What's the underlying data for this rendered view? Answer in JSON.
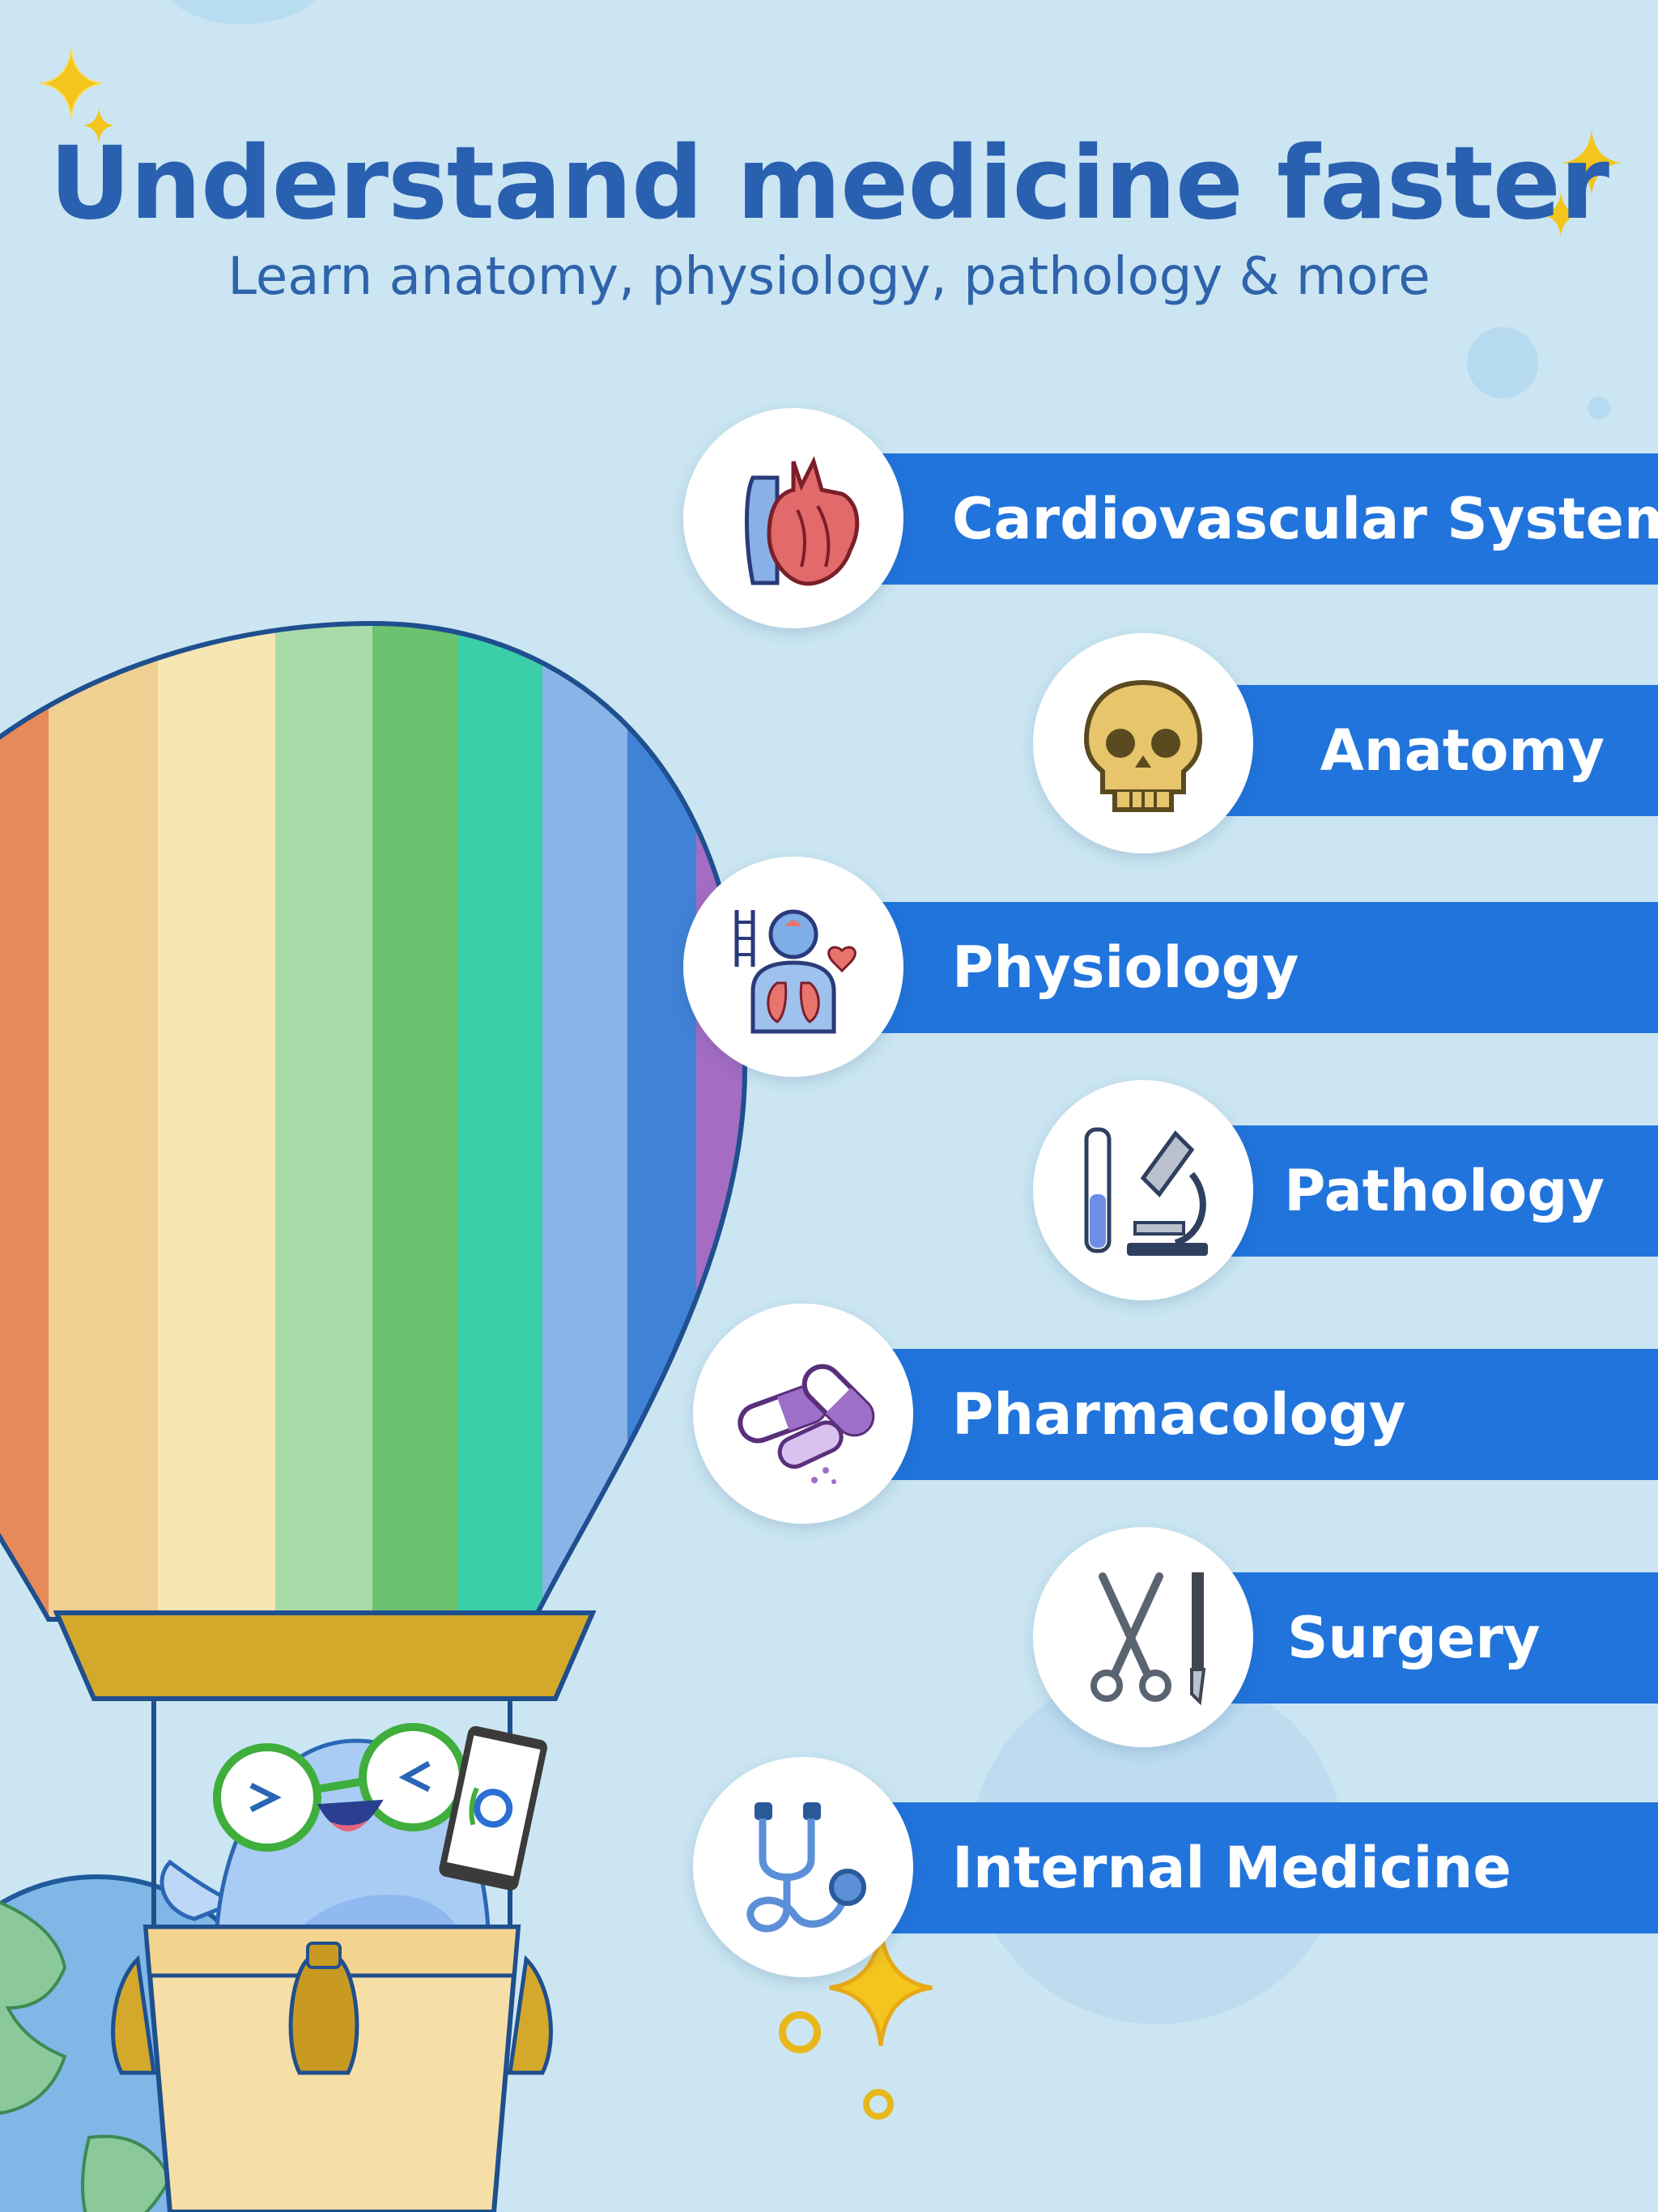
{
  "header": {
    "title": "Understand medicine faster",
    "subtitle": "Learn anatomy, physiology, pathology & more"
  },
  "topics": [
    {
      "label": "Cardiovascular System",
      "icon": "heart-icon"
    },
    {
      "label": "Anatomy",
      "icon": "skull-icon"
    },
    {
      "label": "Physiology",
      "icon": "human-body-icon"
    },
    {
      "label": "Pathology",
      "icon": "microscope-icon"
    },
    {
      "label": "Pharmacology",
      "icon": "pills-icon"
    },
    {
      "label": "Surgery",
      "icon": "scissors-scalpel-icon"
    },
    {
      "label": "Internal Medicine",
      "icon": "stethoscope-icon"
    }
  ],
  "colors": {
    "background": "#cbe6f2",
    "band": "#2174dc",
    "title": "#2a60b0",
    "sparkle": "#f2c41a"
  }
}
